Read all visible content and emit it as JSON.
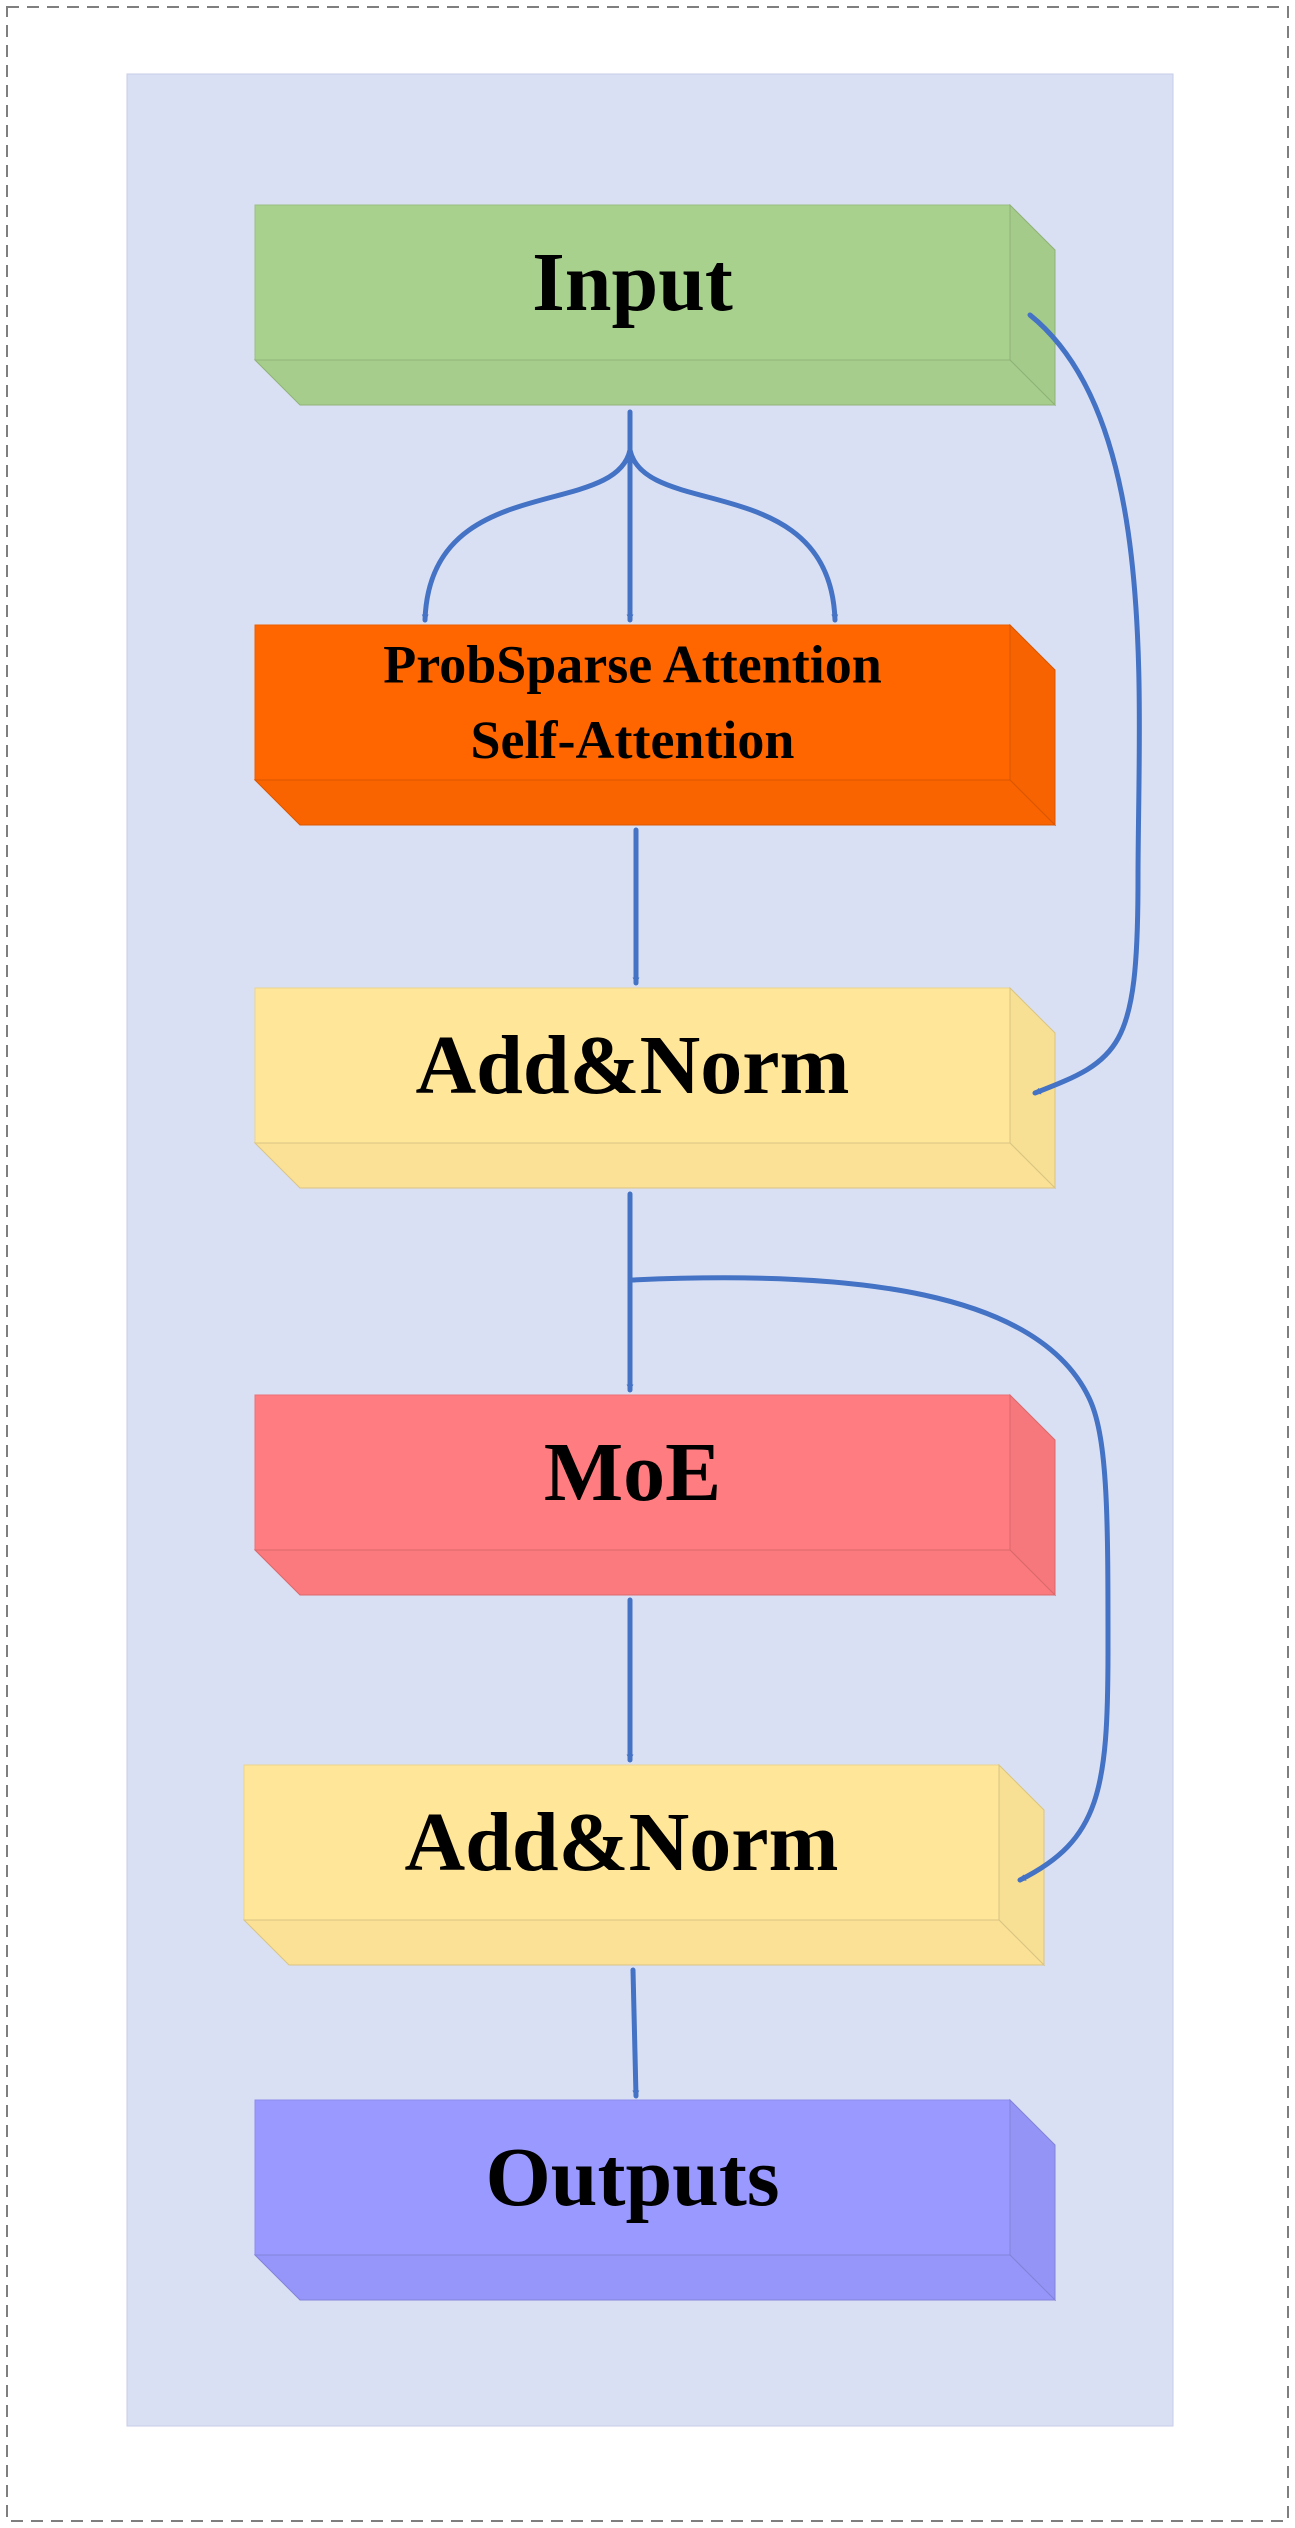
{
  "blocks": {
    "input": {
      "label": "Input",
      "color": "#a9d18e"
    },
    "attention": {
      "line1": "ProbSparse Attention",
      "line2": "Self-Attention",
      "color": "#ff6600"
    },
    "add_norm_1": {
      "label": "Add&Norm",
      "color": "#ffe699"
    },
    "moe": {
      "label": "MoE",
      "color": "#ff7c80"
    },
    "add_norm_2": {
      "label": "Add&Norm",
      "color": "#ffe699"
    },
    "outputs": {
      "label": "Outputs",
      "color": "#9999ff"
    }
  },
  "colors": {
    "panel_background": "#dae0f4",
    "arrow": "#4472c4",
    "outer_border": "#7f7f7f"
  }
}
